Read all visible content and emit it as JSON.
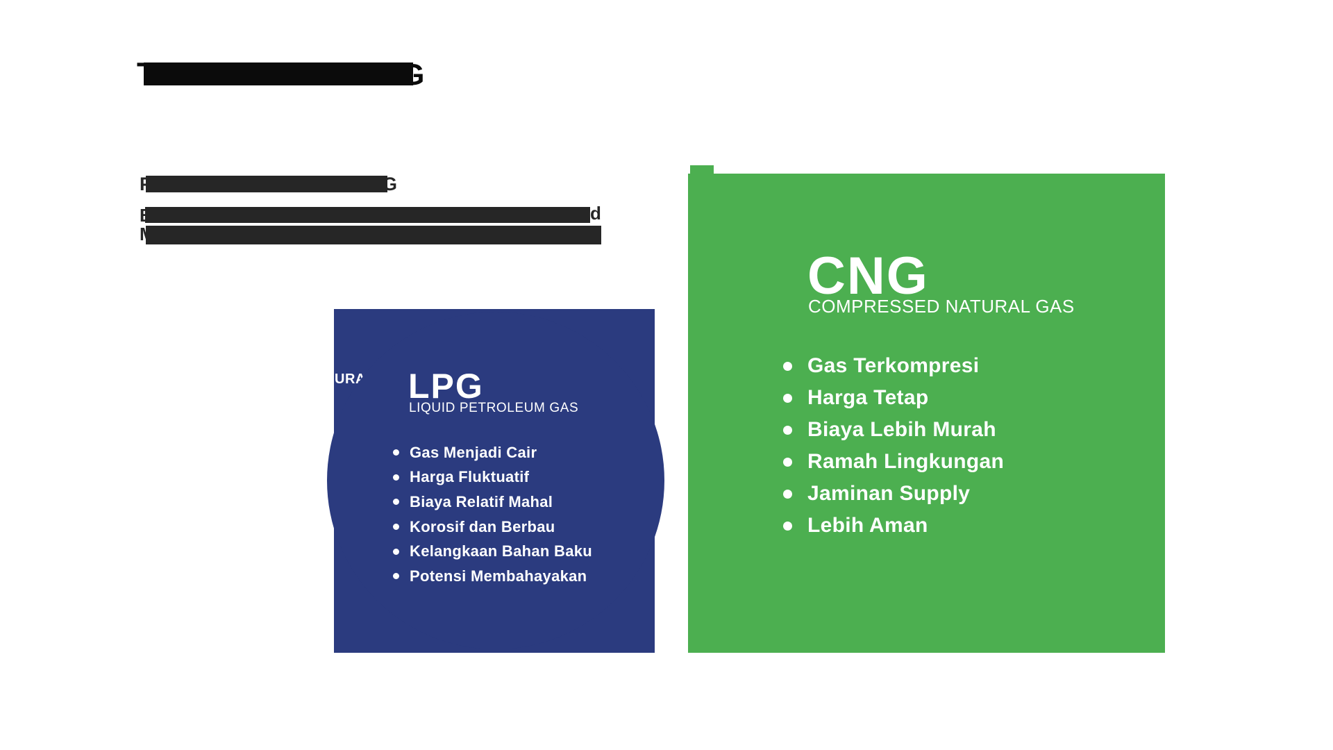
{
  "slide": {
    "background_color": "#ffffff",
    "redacted": {
      "title": {
        "start_fragment": "T",
        "end_fragment": "G",
        "bar_color": "#0b0b0b"
      },
      "subtitle": {
        "start_fragment": "P",
        "end_fragment": "G",
        "bar_color": "#262626"
      },
      "body_line1": {
        "start_fragment": "B",
        "end_fragment": "d",
        "bar_color": "#262626"
      },
      "body_line2": {
        "start_fragment": "M",
        "bar_color": "#262626"
      }
    }
  },
  "lpg": {
    "accent_color": "#2b3b7f",
    "clipped_background_text": "URA",
    "abbr": "LPG",
    "full_name": "LIQUID PETROLEUM GAS",
    "bullets": [
      "Gas Menjadi Cair",
      "Harga Fluktuatif",
      "Biaya Relatif Mahal",
      "Korosif dan Berbau",
      "Kelangkaan Bahan Baku",
      "Potensi Membahayakan"
    ]
  },
  "cng": {
    "accent_color": "#4caf50",
    "abbr": "CNG",
    "full_name": "COMPRESSED NATURAL GAS",
    "bullets": [
      "Gas Terkompresi",
      "Harga Tetap",
      "Biaya Lebih Murah",
      "Ramah Lingkungan",
      "Jaminan Supply",
      "Lebih Aman"
    ]
  }
}
